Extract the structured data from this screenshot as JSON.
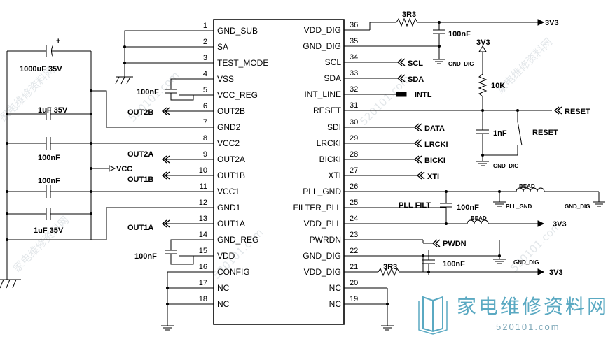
{
  "ic": {
    "left_pins": [
      {
        "num": "1",
        "name": "GND_SUB"
      },
      {
        "num": "2",
        "name": "SA"
      },
      {
        "num": "3",
        "name": "TEST_MODE"
      },
      {
        "num": "4",
        "name": "VSS"
      },
      {
        "num": "5",
        "name": "VCC_REG"
      },
      {
        "num": "6",
        "name": "OUT2B"
      },
      {
        "num": "7",
        "name": "GND2"
      },
      {
        "num": "8",
        "name": "VCC2"
      },
      {
        "num": "9",
        "name": "OUT2A"
      },
      {
        "num": "10",
        "name": "OUT1B"
      },
      {
        "num": "11",
        "name": "VCC1"
      },
      {
        "num": "12",
        "name": "GND1"
      },
      {
        "num": "13",
        "name": "OUT1A"
      },
      {
        "num": "14",
        "name": "GND_REG"
      },
      {
        "num": "15",
        "name": "VDD"
      },
      {
        "num": "16",
        "name": "CONFIG"
      },
      {
        "num": "17",
        "name": "NC"
      },
      {
        "num": "18",
        "name": "NC"
      }
    ],
    "right_pins": [
      {
        "num": "36",
        "name": "VDD_DIG"
      },
      {
        "num": "35",
        "name": "GND_DIG"
      },
      {
        "num": "34",
        "name": "SCL"
      },
      {
        "num": "33",
        "name": "SDA"
      },
      {
        "num": "32",
        "name": "INT_LINE"
      },
      {
        "num": "31",
        "name": "RESET"
      },
      {
        "num": "30",
        "name": "SDI"
      },
      {
        "num": "29",
        "name": "LRCKI"
      },
      {
        "num": "28",
        "name": "BICKI"
      },
      {
        "num": "27",
        "name": "XTI"
      },
      {
        "num": "26",
        "name": "PLL_GND"
      },
      {
        "num": "25",
        "name": "FILTER_PLL"
      },
      {
        "num": "24",
        "name": "VDD_PLL"
      },
      {
        "num": "23",
        "name": "PWRDN"
      },
      {
        "num": "22",
        "name": "GND_DIG"
      },
      {
        "num": "21",
        "name": "VDD_DIG"
      },
      {
        "num": "20",
        "name": "NC"
      },
      {
        "num": "19",
        "name": "NC"
      }
    ]
  },
  "components": {
    "r_top": "3R3",
    "c_top": "100nF",
    "v_top": "3V3",
    "gnd_dig_top": "GND_DIG",
    "v_reset": "3V3",
    "r_reset": "10K",
    "c_reset": "1nF",
    "gnd_reset": "GND_DIG",
    "bead_1": "BEAD",
    "gnd_pll": "PLL_GND",
    "gnd_dig_pll": "GND_DIG",
    "pll_filt": "PLL FILT",
    "c_pll": "100nF",
    "bead_2": "BEAD",
    "v_pll": "3V3",
    "c_dig": "100nF",
    "gnd_dig_bot": "GND_DIG",
    "r_bot": "3R3",
    "v_bot": "3V3",
    "c_bulk": "1000uF 35V",
    "plus": "+",
    "c_vss": "100nF",
    "c_1uf_a": "1uF 35V",
    "c_100n_a": "100nF",
    "c_100n_b": "100nF",
    "c_1uf_b": "1uF 35V",
    "vcc": "VCC",
    "c_vdd": "100nF"
  },
  "nets": {
    "scl": "SCL",
    "sda": "SDA",
    "intl": "INTL",
    "reset": "RESET",
    "sw_reset": "RESET",
    "data": "DATA",
    "lrcki": "LRCKI",
    "bicki": "BICKI",
    "xti": "XTI",
    "pwdn": "PWDN",
    "out2b": "OUT2B",
    "out2a": "OUT2A",
    "out1b": "OUT1B",
    "out1a": "OUT1A"
  },
  "watermark": {
    "cn": "家电维修资料网",
    "url": "520101.com",
    "logo_url": "520101.com"
  }
}
